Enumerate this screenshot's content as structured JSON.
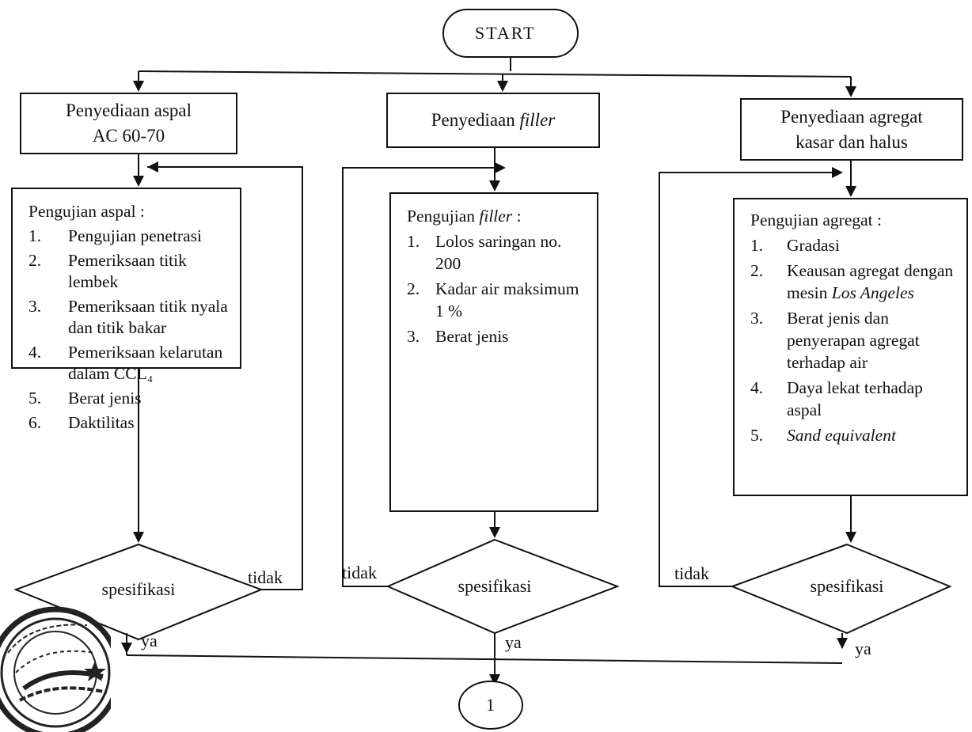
{
  "start": {
    "label": "START"
  },
  "columns": [
    {
      "id": "aspal",
      "prep_lines": [
        "Penyediaan aspal",
        "AC 60-70"
      ],
      "test_heading": "Pengujian aspal :",
      "test_items": [
        {
          "num": "1.",
          "text": "Pengujian penetrasi"
        },
        {
          "num": "2.",
          "text": "Pemeriksaan titik lembek"
        },
        {
          "num": "3.",
          "text": "Pemeriksaan titik nyala dan titik bakar"
        },
        {
          "num": "4.",
          "text": "Pemeriksaan kelarutan dalam CCL₄"
        },
        {
          "num": "5.",
          "text": "Berat jenis"
        },
        {
          "num": "6.",
          "text": "Daktilitas"
        }
      ],
      "decision": "spesifikasi",
      "no_label": "tidak",
      "yes_label": "ya"
    },
    {
      "id": "filler",
      "prep_text": "Penyediaan ",
      "prep_italic": "filler",
      "test_heading_text": "Pengujian ",
      "test_heading_italic": "filler",
      "test_heading_suffix": " :",
      "test_items": [
        {
          "num": "1.",
          "text": "Lolos saringan no. 200"
        },
        {
          "num": "2.",
          "text": "Kadar air maksimum 1 %"
        },
        {
          "num": "3.",
          "text": "Berat jenis"
        }
      ],
      "decision": "spesifikasi",
      "no_label": "tidak",
      "yes_label": "ya"
    },
    {
      "id": "agregat",
      "prep_lines": [
        "Penyediaan agregat",
        "kasar dan halus"
      ],
      "test_heading": "Pengujian agregat :",
      "test_items": [
        {
          "num": "1.",
          "text": "Gradasi"
        },
        {
          "num": "2.",
          "text": "Keausan agregat dengan mesin ",
          "italic": "Los Angeles"
        },
        {
          "num": "3.",
          "text": "Berat jenis dan penyerapan agregat terhadap air"
        },
        {
          "num": "4.",
          "text": "Daya lekat terhadap aspal"
        },
        {
          "num": "5.",
          "text": "",
          "italic": "Sand equivalent"
        }
      ],
      "decision": "spesifikasi",
      "no_label": "tidak",
      "yes_label": "ya"
    }
  ],
  "connector": {
    "label": "1"
  }
}
